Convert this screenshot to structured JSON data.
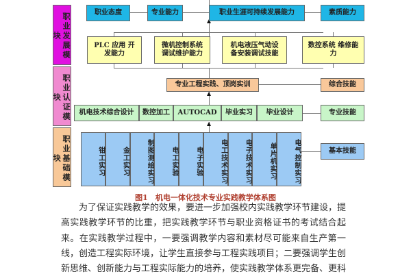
{
  "side_modules": [
    "职业发展模块",
    "职业认证模块",
    "职业基础模块"
  ],
  "row1": [
    "职业态度",
    "专业能力",
    "职业生涯可持续发展能力",
    "素质能力"
  ],
  "row2": [
    "PLC 应用 开发能力",
    "微机控制系统 调试维护能力",
    "机电液压气动设 备安装调试技能",
    "数控系统 维修能力"
  ],
  "row3": {
    "main": "专业工程实践、顶岗实训",
    "skill": "综合技能"
  },
  "row4": {
    "cells": [
      "机电技术综合设计",
      "数控加工",
      "AUTOCAD",
      "毕业实习",
      "毕业设计"
    ],
    "skill": "专业技能"
  },
  "row5": {
    "cells": [
      "钳工实习",
      "金工实习",
      "制图测绘实习",
      "电工实验",
      "电子实验",
      "电工技术实习",
      "电子技术实习",
      "单片机实习",
      "电气控制实习"
    ],
    "skill": "基本技能"
  },
  "caption": "图1　机电一体化技术专业实践教学体系图",
  "paragraph": "为了保证实践教学的效果，要进一步加强校内实践教学环节建设，提高实践教学环节的比重，把实践教学环节与职业资格证书的考试结合起来。在实践教学过程中，一要强调教学内容和素材尽可能来自生产第一线，创造工程实际环境，让学生直接参与工程实践项目；二要强调学生创新思维、创新能力与工程实际能力的培养，使实践教学体系更完备、更科学，更有利于学生技术应用",
  "colors": {
    "cyan": "#1fb6e6",
    "yellow": "#ffffb0",
    "orange": "#f9c89a",
    "green": "#c8f5c8",
    "blue": "#9ccaf4",
    "magenta": "#e010e0",
    "pink": "#f08ad0",
    "peach": "#f8c898"
  }
}
